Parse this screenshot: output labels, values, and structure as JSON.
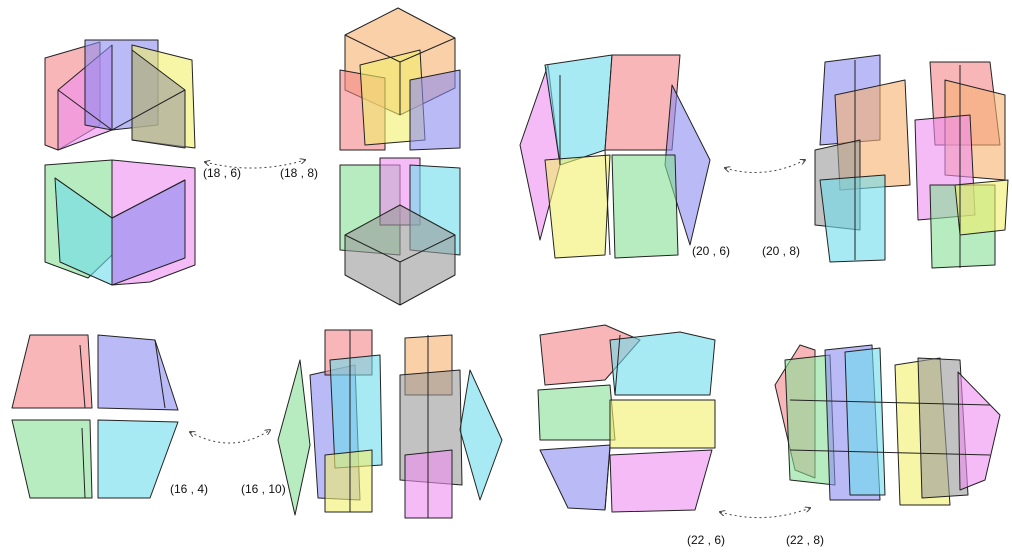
{
  "colors": {
    "red": "#f4868a",
    "blue": "#8c8cf0",
    "yellow": "#f2ee6a",
    "green": "#86e094",
    "cyan": "#6edceb",
    "pink": "#ee8ef2",
    "orange": "#f7b070",
    "gray": "#9a9a9a"
  },
  "labels": {
    "p18_6": "(18 , 6)",
    "p18_8": "(18 , 8)",
    "p20_6": "(20 , 6)",
    "p20_8": "(20 , 8)",
    "p16_4": "(16 , 4)",
    "p16_10": "(16 , 10)",
    "p22_6": "(22 , 6)",
    "p22_8": "(22 , 8)"
  }
}
